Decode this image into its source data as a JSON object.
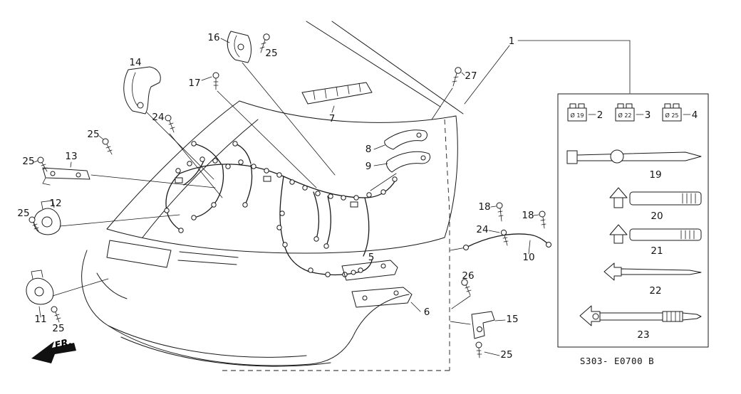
{
  "diagram": {
    "drawing_code": "S303- E0700 B",
    "front_marker": "FR.",
    "colors": {
      "ink": "#1a1a1a",
      "background": "#ffffff"
    },
    "parts_box": {
      "clips": [
        {
          "label": "2",
          "size": "Ø 19"
        },
        {
          "label": "3",
          "size": "Ø 22"
        },
        {
          "label": "4",
          "size": "Ø 25"
        }
      ],
      "items": [
        {
          "label": "19"
        },
        {
          "label": "20"
        },
        {
          "label": "21"
        },
        {
          "label": "22"
        },
        {
          "label": "23"
        }
      ]
    },
    "callouts": [
      {
        "label": "1"
      },
      {
        "label": "16"
      },
      {
        "label": "25"
      },
      {
        "label": "14"
      },
      {
        "label": "17"
      },
      {
        "label": "27"
      },
      {
        "label": "7"
      },
      {
        "label": "24"
      },
      {
        "label": "25"
      },
      {
        "label": "8"
      },
      {
        "label": "9"
      },
      {
        "label": "25"
      },
      {
        "label": "13"
      },
      {
        "label": "12"
      },
      {
        "label": "25"
      },
      {
        "label": "18"
      },
      {
        "label": "18"
      },
      {
        "label": "24"
      },
      {
        "label": "10"
      },
      {
        "label": "5"
      },
      {
        "label": "26"
      },
      {
        "label": "6"
      },
      {
        "label": "15"
      },
      {
        "label": "11"
      },
      {
        "label": "25"
      },
      {
        "label": "25"
      }
    ]
  }
}
